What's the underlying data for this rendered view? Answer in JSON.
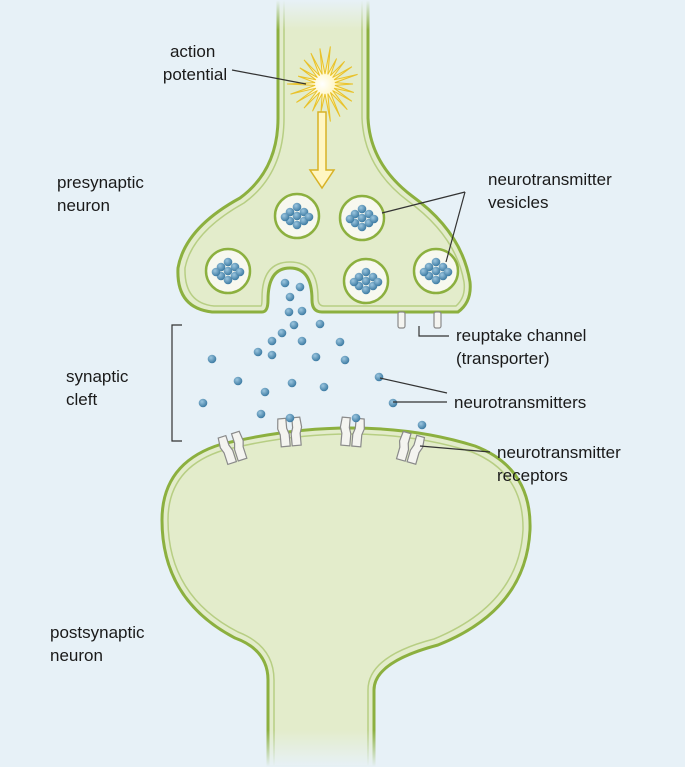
{
  "labels": {
    "action_potential": [
      "action",
      "potential"
    ],
    "presynaptic_neuron": [
      "presynaptic",
      "neuron"
    ],
    "neurotransmitter_vesicles": [
      "neurotransmitter",
      "vesicles"
    ],
    "reuptake_channel": [
      "reuptake channel",
      "(transporter)"
    ],
    "synaptic_cleft": [
      "synaptic",
      "cleft"
    ],
    "neurotransmitters": [
      "neurotransmitters"
    ],
    "neurotransmitter_receptors": [
      "neurotransmitter",
      "receptors"
    ],
    "postsynaptic_neuron": [
      "postsynaptic",
      "neuron"
    ]
  },
  "colors": {
    "background": "#e7f1f7",
    "cell_fill": "#e3eccb",
    "membrane": "#8cb03f",
    "molecule": "#4f8db4",
    "spark": "#f3d23b"
  }
}
